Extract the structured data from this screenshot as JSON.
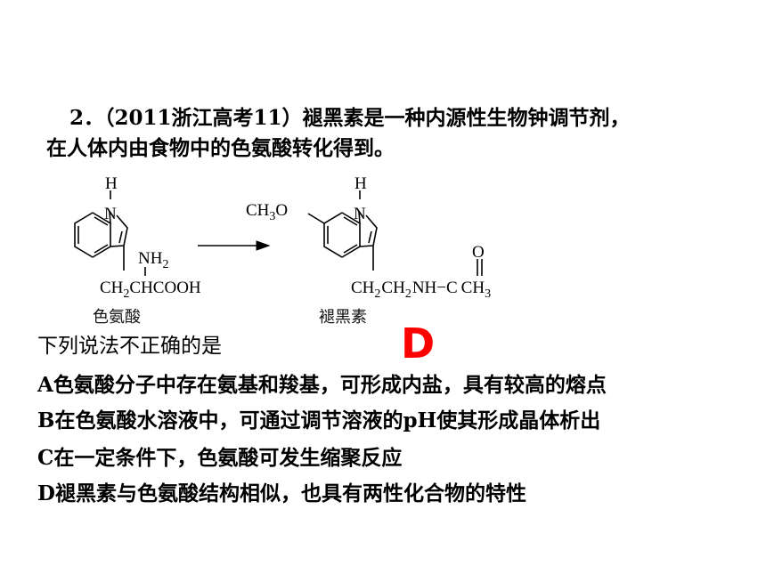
{
  "question": {
    "number": "2．",
    "source": "（2011浙江高考11）",
    "line1_text": "褪黑素是一种内源性生物钟调节剂，",
    "line2_text": "在人体内由食物中的色氨酸转化得到。"
  },
  "scheme": {
    "tryptophan": {
      "h": "H",
      "n": "N",
      "nh2": "NH",
      "nh2_sub": "2",
      "chain_ch": "CH",
      "chain_sub": "2",
      "chain_rest": "CHCOOH",
      "caption": "色氨酸"
    },
    "melatonin": {
      "h": "H",
      "n": "N",
      "methoxy": "CH",
      "methoxy_sub": "3",
      "methoxy_o": "O",
      "carbonyl_o": "O",
      "chain_a": "CH",
      "chain_a_sub": "2",
      "chain_b": "CH",
      "chain_b_sub": "2",
      "chain_c": "NH−C",
      "chain_d": "CH",
      "chain_d_sub": "3",
      "caption": "褪黑素"
    }
  },
  "stem": "下列说法不正确的是",
  "answer": "D",
  "options": [
    {
      "letter": "A",
      "text": "色氨酸分子中存在氨基和羧基，可形成内盐，具有较高的熔点"
    },
    {
      "letter": "B",
      "text": "在色氨酸水溶液中，可通过调节溶液的pH使其形成晶体析出"
    },
    {
      "letter": "C",
      "text": "在一定条件下，色氨酸可发生缩聚反应"
    },
    {
      "letter": "D",
      "text": "褪黑素与色氨酸结构相似，也具有两性化合物的特性"
    }
  ],
  "colors": {
    "answer": "#ff0000",
    "text": "#000000",
    "background": "#ffffff"
  }
}
